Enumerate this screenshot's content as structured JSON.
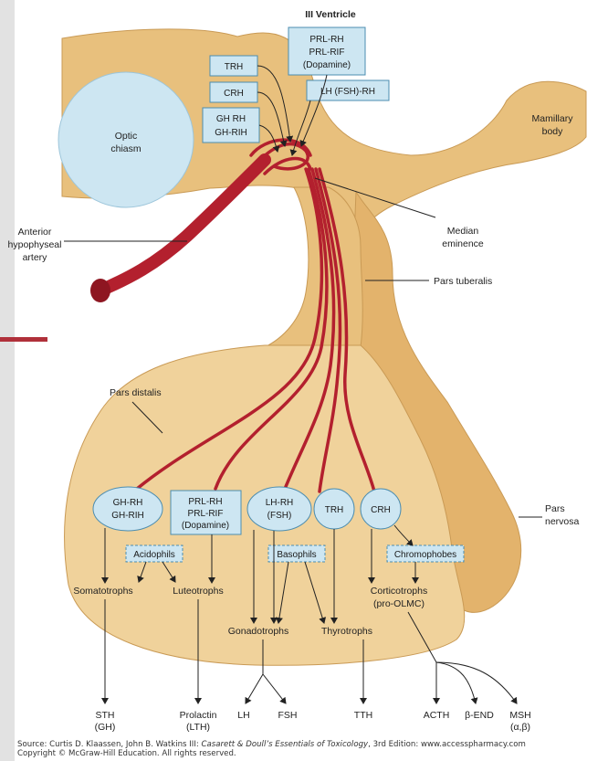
{
  "diagram": {
    "title": "III Ventricle",
    "left_labels": {
      "optic_chiasm": [
        "Optic",
        "chiasm"
      ],
      "anterior_artery": [
        "Anterior",
        "hypophyseal",
        "artery"
      ],
      "pars_distalis": "Pars distalis"
    },
    "right_labels": {
      "mamillary_body": [
        "Mamillary",
        "body"
      ],
      "median_eminence": [
        "Median",
        "eminence"
      ],
      "pars_tuberalis": "Pars tuberalis",
      "pars_nervosa": [
        "Pars",
        "nervosa"
      ]
    },
    "hypothalamic_boxes": {
      "trh": [
        "TRH"
      ],
      "crh": [
        "CRH"
      ],
      "gh": [
        "GH RH",
        "GH-RIH"
      ],
      "prl": [
        "PRL-RH",
        "PRL-RIF",
        "(Dopamine)"
      ],
      "lh": [
        "LH (FSH)-RH"
      ]
    },
    "pituitary_nodes": {
      "gh": [
        "GH-RH",
        "GH-RIH"
      ],
      "prl": [
        "PRL-RH",
        "PRL-RIF",
        "(Dopamine)"
      ],
      "lh": [
        "LH-RH",
        "(FSH)"
      ],
      "trh": [
        "TRH"
      ],
      "crh": [
        "CRH"
      ]
    },
    "cell_groups": {
      "acidophils": "Acidophils",
      "basophils": "Basophils",
      "chromophobes": "Chromophobes"
    },
    "cell_types": {
      "somatotrophs": "Somatotrophs",
      "luteotrophs": "Luteotrophs",
      "gonadotrophs": "Gonadotrophs",
      "thyrotrophs": "Thyrotrophs",
      "corticotrophs": [
        "Corticotrophs",
        "(pro-OLMC)"
      ]
    },
    "hormones": {
      "sth": [
        "STH",
        "(GH)"
      ],
      "prolactin": [
        "Prolactin",
        "(LTH)"
      ],
      "lh": [
        "LH"
      ],
      "fsh": [
        "FSH"
      ],
      "tth": [
        "TTH"
      ],
      "acth": [
        "ACTH"
      ],
      "bend": [
        "β-END"
      ],
      "msh": [
        "MSH",
        "(α,β)"
      ]
    }
  },
  "source": {
    "prefix": "Source: Curtis D. Klaassen, John B. Watkins III: ",
    "book": "Casarett & Doull’s Essentials of Toxicology",
    "suffix": ", 3rd Edition: www.accesspharmacy.com",
    "copyright": "Copyright © McGraw-Hill Education. All rights reserved."
  },
  "colors": {
    "tissue": "#e8c07d",
    "tissue_light": "#f0d29b",
    "box_fill": "#cde6f2",
    "box_stroke": "#4c8db0",
    "vessel": "#b3202e",
    "chiasm": "#cde6f2"
  }
}
